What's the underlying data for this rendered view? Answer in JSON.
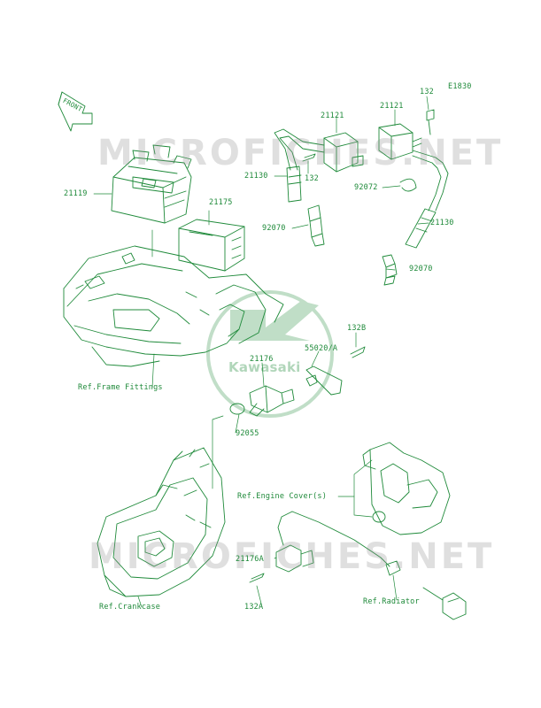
{
  "diagram_code": "E1830",
  "front_label": "FRONT",
  "watermark_text": "MICROFICHES.NET",
  "logo_text": "Kawasaki",
  "colors": {
    "line": "#1f8a3a",
    "watermark": "#9a9a9a",
    "logo": "#1f8a3a"
  },
  "labels": {
    "p132_top": "132",
    "p21121_a": "21121",
    "p21121_b": "21121",
    "p21119": "21119",
    "p21130_a": "21130",
    "p132_mid": "132",
    "p92072": "92072",
    "p21175": "21175",
    "p92070_a": "92070",
    "p21130_b": "21130",
    "p92070_b": "92070",
    "p132b": "132B",
    "p55020a": "55020/A",
    "ref_frame": "Ref.Frame Fittings",
    "p21176": "21176",
    "p92055": "92055",
    "ref_engine_cover": "Ref.Engine Cover(s)",
    "p21176a": "21176A",
    "p132a": "132A",
    "ref_crankcase": "Ref.Crankcase",
    "ref_radiator": "Ref.Radiator"
  }
}
